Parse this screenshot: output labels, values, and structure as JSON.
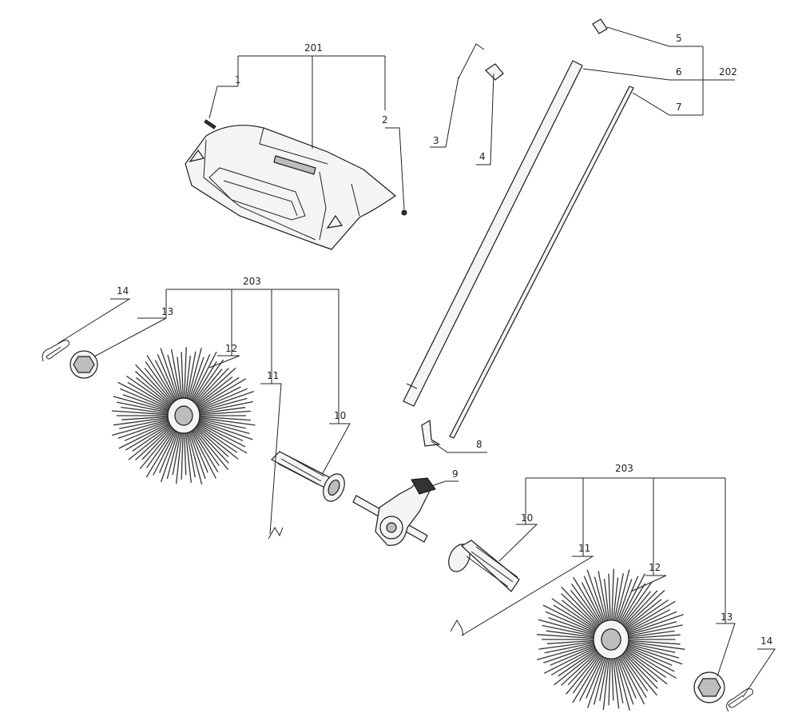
{
  "labels": {
    "l201": "201",
    "l202": "202",
    "l203a": "203",
    "l203b": "203",
    "p1": "1",
    "p2": "2",
    "p3": "3",
    "p4": "4",
    "p5": "5",
    "p6": "6",
    "p7": "7",
    "p8": "8",
    "p9": "9",
    "p10a": "10",
    "p11a": "11",
    "p12a": "12",
    "p13a": "13",
    "p14a": "14",
    "p10b": "10",
    "p11b": "11",
    "p12b": "12",
    "p13b": "13",
    "p14b": "14"
  }
}
